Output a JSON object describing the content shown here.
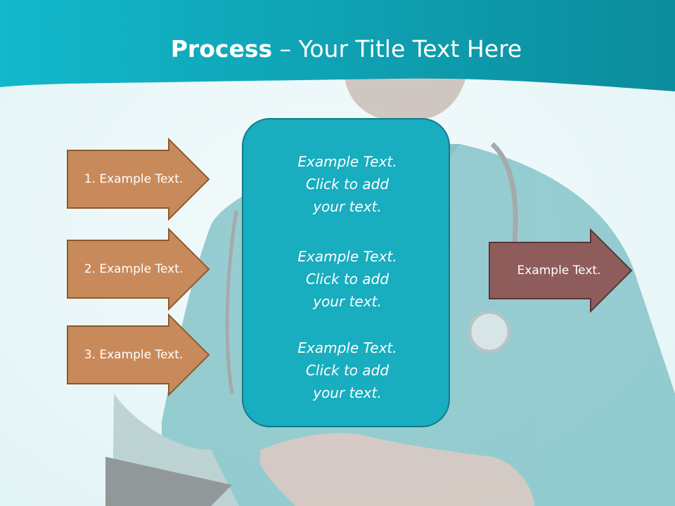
{
  "title": {
    "bold": "Process",
    "rest": " – Your Title Text Here"
  },
  "colors": {
    "header": "#0fa2b5",
    "left_arrow": "#c98a5b",
    "right_arrow": "#8f5c5c",
    "center_box": "#18adbf"
  },
  "left_arrows": [
    {
      "label": "1. Example Text."
    },
    {
      "label": "2. Example Text."
    },
    {
      "label": "3. Example Text."
    }
  ],
  "center_box": {
    "blocks": [
      [
        "Example Text.",
        "Click  to add",
        "your text."
      ],
      [
        "Example Text.",
        "Click  to add",
        "your text."
      ],
      [
        "Example Text.",
        "Click  to add",
        "your text."
      ]
    ]
  },
  "right_arrow": {
    "label": "Example Text."
  }
}
